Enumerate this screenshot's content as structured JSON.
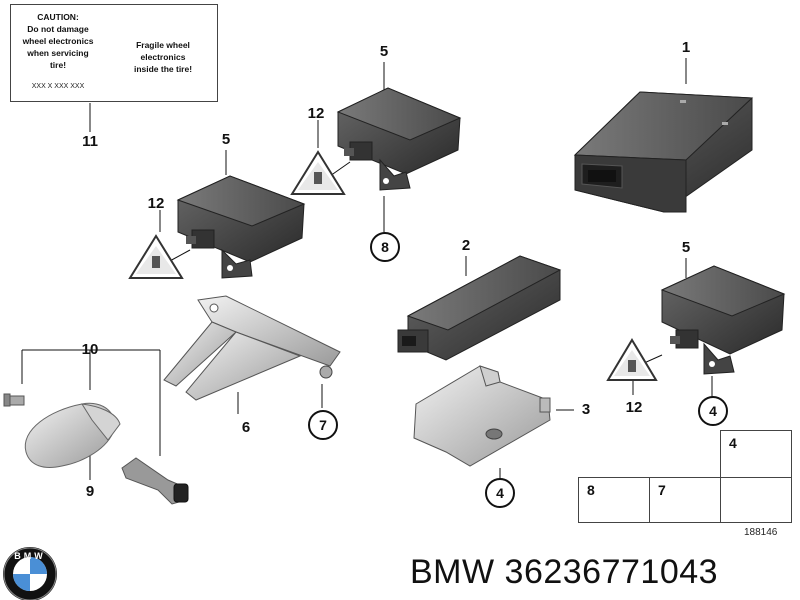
{
  "caution_label": {
    "lines": [
      "CAUTION:",
      "Do not damage",
      "wheel electronics",
      "when servicing",
      "tire!"
    ],
    "code": "XXX X XXX XXX",
    "fragile_lines": [
      "Fragile wheel",
      "electronics",
      "inside the tire!"
    ]
  },
  "callouts": {
    "n1": "1",
    "n2": "2",
    "n3": "3",
    "n5a": "5",
    "n5b": "5",
    "n5c": "5",
    "n6": "6",
    "n9": "9",
    "n10": "10",
    "n11": "11",
    "n12a": "12",
    "n12b": "12",
    "n12c": "12"
  },
  "circles": {
    "c8": "8",
    "c7": "7",
    "c4a": "4",
    "c4b": "4"
  },
  "legend": {
    "item4": "4",
    "item8": "8",
    "item7": "7"
  },
  "diagram_ref": "188146",
  "footer": {
    "brand": "BMW",
    "part_number": "36236771043",
    "logo_letters": "BMW"
  }
}
